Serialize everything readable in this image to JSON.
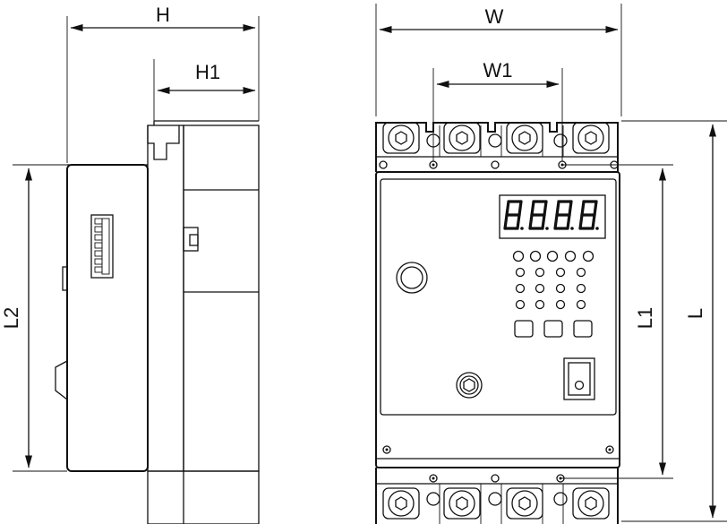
{
  "labels": {
    "H": "H",
    "H1": "H1",
    "W": "W",
    "W1": "W1",
    "L": "L",
    "L1": "L1",
    "L2": "L2"
  },
  "colors": {
    "line": "#111111",
    "background": "#ffffff"
  },
  "display": {
    "digit_count": 4
  }
}
